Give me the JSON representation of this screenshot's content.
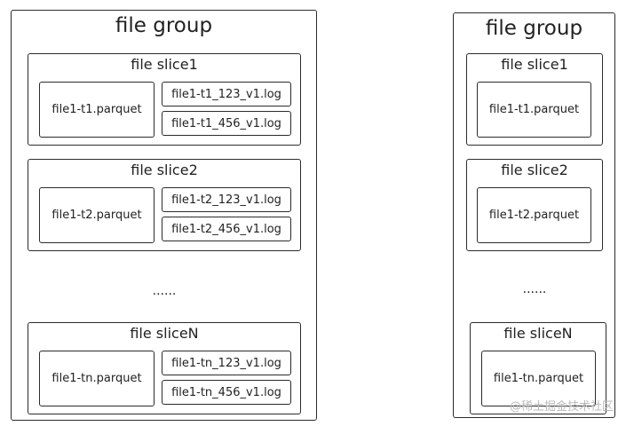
{
  "left_group": {
    "title": "file group",
    "slices": [
      {
        "title": "file slice1",
        "parquet": "file1-t1.parquet",
        "logs": [
          "file1-t1_123_v1.log",
          "file1-t1_456_v1.log"
        ]
      },
      {
        "title": "file slice2",
        "parquet": "file1-t2.parquet",
        "logs": [
          "file1-t2_123_v1.log",
          "file1-t2_456_v1.log"
        ]
      },
      {
        "title": "file sliceN",
        "parquet": "file1-tn.parquet",
        "logs": [
          "file1-tn_123_v1.log",
          "file1-tn_456_v1.log"
        ]
      }
    ],
    "ellipsis": "......"
  },
  "right_group": {
    "title": "file group",
    "slices": [
      {
        "title": "file slice1",
        "parquet": "file1-t1.parquet"
      },
      {
        "title": "file slice2",
        "parquet": "file1-t2.parquet"
      },
      {
        "title": "file sliceN",
        "parquet": "file1-tn.parquet"
      }
    ],
    "ellipsis": "......"
  },
  "watermark": "@稀土掘金技术社区"
}
